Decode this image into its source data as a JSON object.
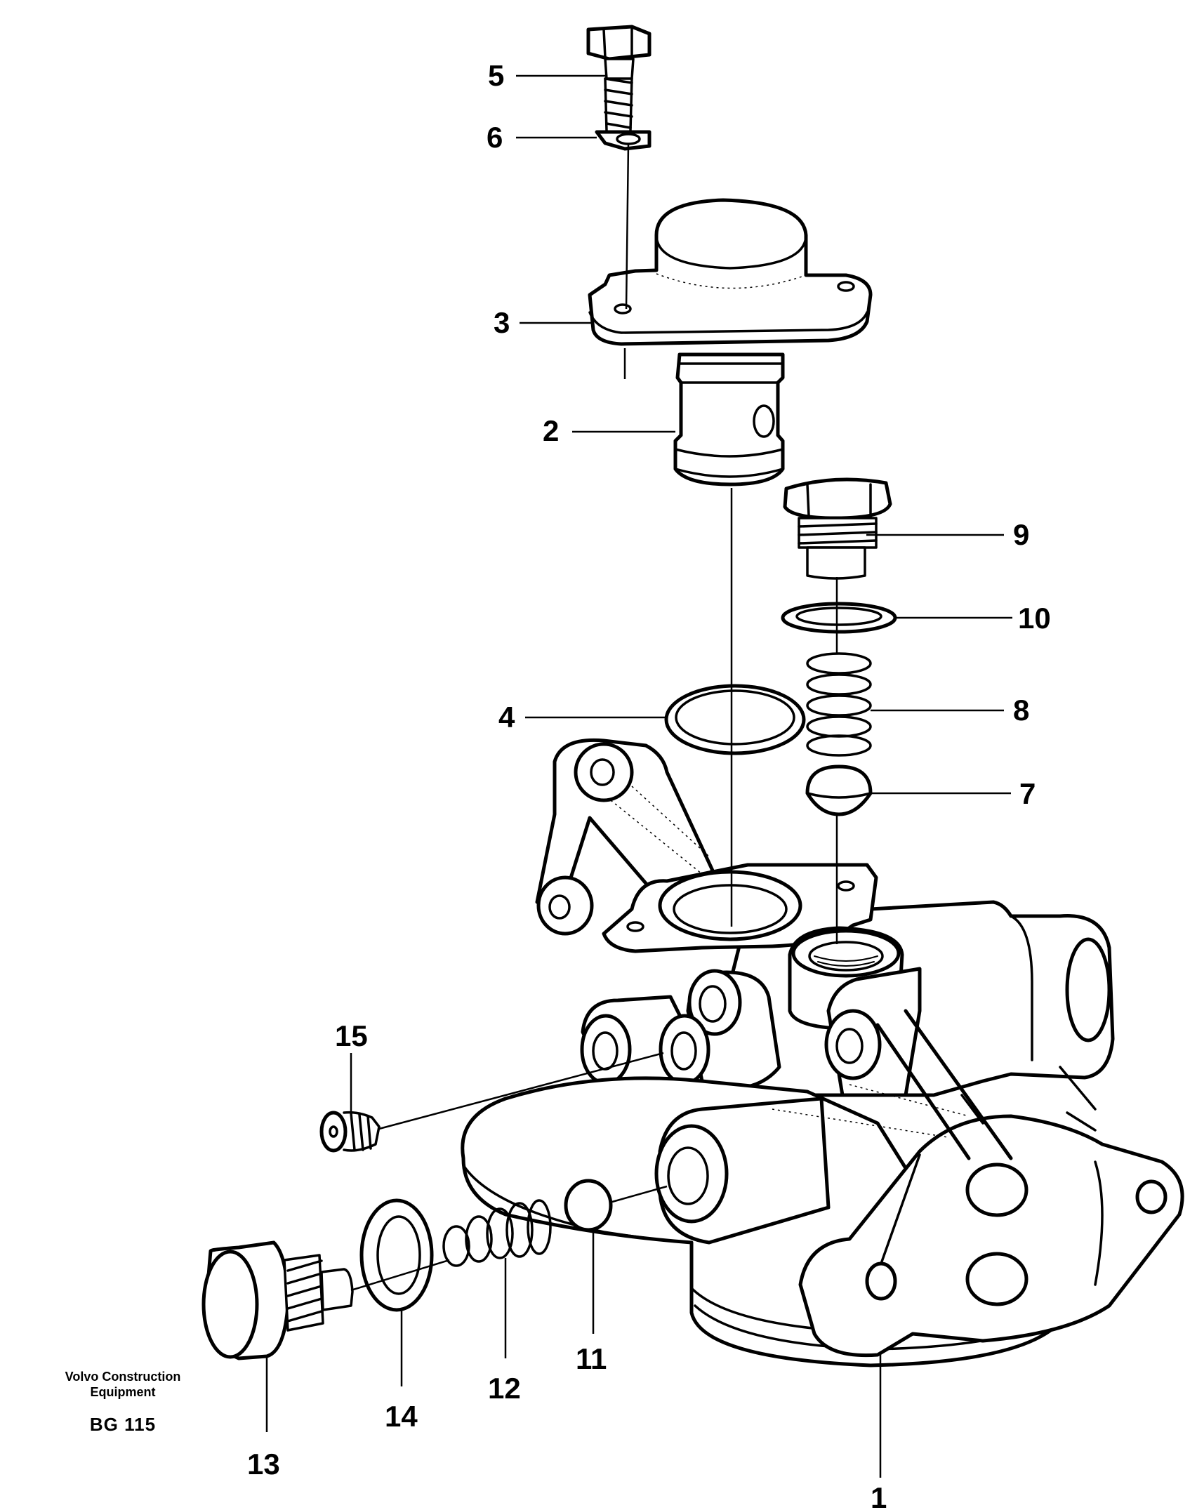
{
  "callouts": [
    {
      "id": "p5",
      "label": "5"
    },
    {
      "id": "p6",
      "label": "6"
    },
    {
      "id": "p3",
      "label": "3"
    },
    {
      "id": "p2",
      "label": "2"
    },
    {
      "id": "p9",
      "label": "9"
    },
    {
      "id": "p10",
      "label": "10"
    },
    {
      "id": "p4",
      "label": "4"
    },
    {
      "id": "p8",
      "label": "8"
    },
    {
      "id": "p7",
      "label": "7"
    },
    {
      "id": "p15",
      "label": "15"
    },
    {
      "id": "p11",
      "label": "11"
    },
    {
      "id": "p12",
      "label": "12"
    },
    {
      "id": "p14",
      "label": "14"
    },
    {
      "id": "p13",
      "label": "13"
    },
    {
      "id": "p1",
      "label": "1"
    }
  ],
  "credit": {
    "line1": "Volvo Construction",
    "line2": "Equipment",
    "code": "BG 115"
  }
}
